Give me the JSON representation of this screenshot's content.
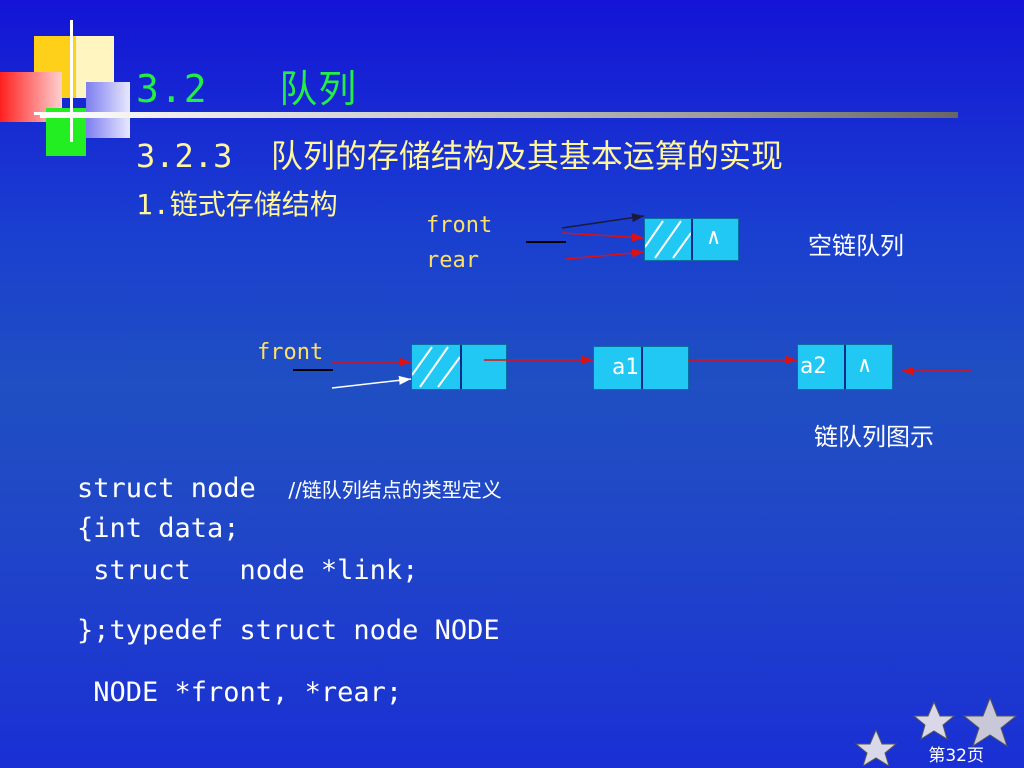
{
  "header": {
    "section_num": "3.2",
    "section_title": "队列",
    "subsection": "3.2.3  队列的存储结构及其基本运算的实现",
    "item": "1.链式存储结构"
  },
  "diagram": {
    "empty_front_label": "front",
    "empty_rear_label": "rear",
    "empty_caption": "空链队列",
    "null_symbol": "∧",
    "front_label": "front",
    "node_a1": "a1",
    "node_a2": "a2",
    "caption": "链队列图示"
  },
  "code": {
    "line1": "struct node",
    "line1_comment": "//链队列结点的类型定义",
    "line2": "{int data;",
    "line3": " struct   node *link;",
    "line4": "};typedef struct node NODE",
    "line5": " NODE *front, *rear;"
  },
  "footer": {
    "page_label": "第32页"
  },
  "colors": {
    "title_green": "#22ee44",
    "subtitle_yellow": "#fff59a",
    "node_cyan": "#22c8f4",
    "arrow_red": "#e01010"
  }
}
